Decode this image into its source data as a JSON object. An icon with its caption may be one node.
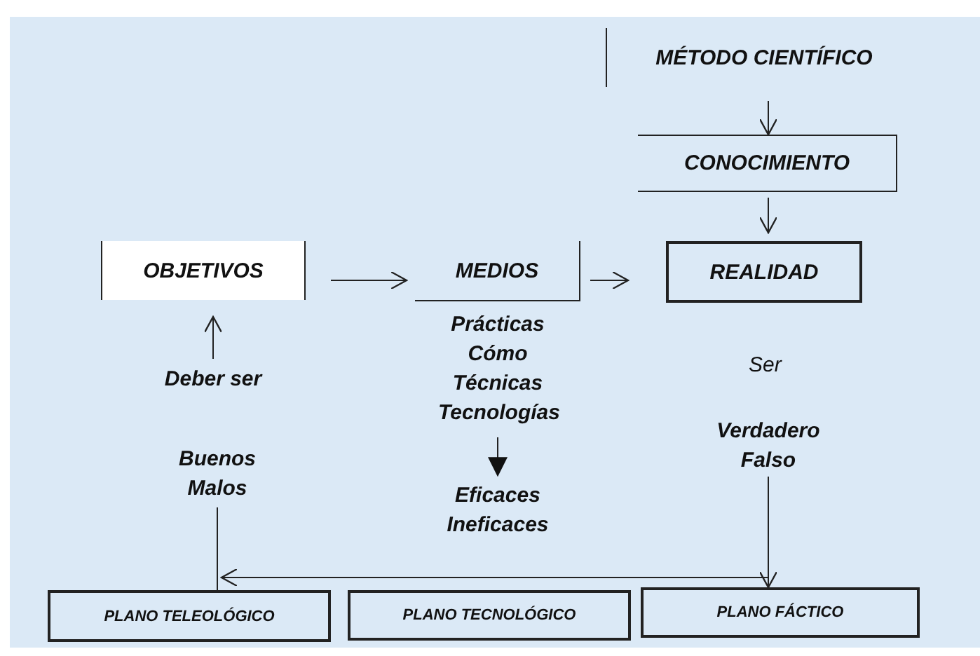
{
  "diagram": {
    "nodes": [
      {
        "text": [
          "MÉTODO CIENTÍFICO"
        ]
      },
      {
        "text": [
          "CONOCIMIENTO"
        ]
      },
      {
        "text": [
          "OBJETIVOS"
        ]
      },
      {
        "text": [
          "MEDIOS"
        ]
      },
      {
        "text": [
          "REALIDAD"
        ]
      },
      {
        "text": [
          "Prácticas Cómo Técnicas Tecnologías"
        ]
      },
      {
        "text": [
          "Eficaces Ineficaces"
        ]
      },
      {
        "text": [
          "Deber ser"
        ]
      },
      {
        "text": [
          "Buenos Malos"
        ]
      },
      {
        "text": [
          "Verdadero Falso"
        ]
      },
      {
        "text": [
          "PLANO TELEOLÓGICO"
        ]
      },
      {
        "text": [
          "PLANO TECNOLÓGICO"
        ]
      },
      {
        "text": [
          "PLANO FÁCTICO"
        ]
      }
    ],
    "edges": [
      {
        "from": 0,
        "to": 1,
        "arrow": "to"
      },
      {
        "from": 1,
        "to": 4,
        "arrow": "to"
      },
      {
        "from": 2,
        "to": 3,
        "arrow": "to"
      },
      {
        "from": 3,
        "to": 4,
        "arrow": "to"
      },
      {
        "from": 7,
        "to": 2,
        "arrow": "to"
      },
      {
        "from": 5,
        "to": 6,
        "arrow": "to"
      },
      {
        "from": 9,
        "to": 12,
        "arrow": "to"
      },
      {
        "from": 9,
        "to": 10,
        "arrow": "to"
      },
      {
        "from": 8,
        "to": 10,
        "arrow": "none"
      }
    ],
    "labels": [
      "Ser"
    ]
  }
}
